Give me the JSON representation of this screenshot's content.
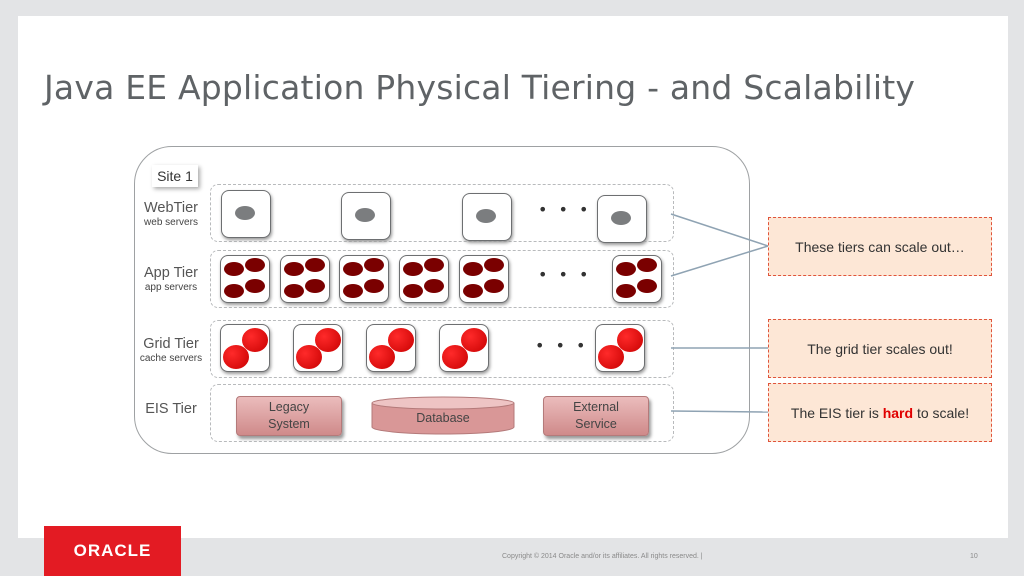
{
  "title": "Java EE Application Physical Tiering - and Scalability",
  "site_label": "Site 1",
  "tiers": {
    "web": {
      "name": "WebTier",
      "sub": "web servers"
    },
    "app": {
      "name": "App Tier",
      "sub": "app servers"
    },
    "grid": {
      "name": "Grid Tier",
      "sub": "cache servers"
    },
    "eis": {
      "name": "EIS Tier"
    }
  },
  "ellipsis": "• • •",
  "eis_items": {
    "legacy": "Legacy System",
    "database": "Database",
    "external": "External Service"
  },
  "callouts": {
    "scale_out": "These tiers can scale out…",
    "grid_scales": "The grid tier scales out!",
    "eis_prefix": "The EIS tier is",
    "eis_hard": "hard",
    "eis_suffix": "to scale!"
  },
  "footer": {
    "logo": "ORACLE",
    "copyright": "Copyright © 2014 Oracle and/or its affiliates. All rights reserved.  |",
    "page_number": "10"
  },
  "colors": {
    "brand": "#e31b23",
    "callout_bg": "#fde7d6",
    "callout_border": "#e0543a",
    "grid_node": "#e00000",
    "app_node": "#7a0000"
  }
}
